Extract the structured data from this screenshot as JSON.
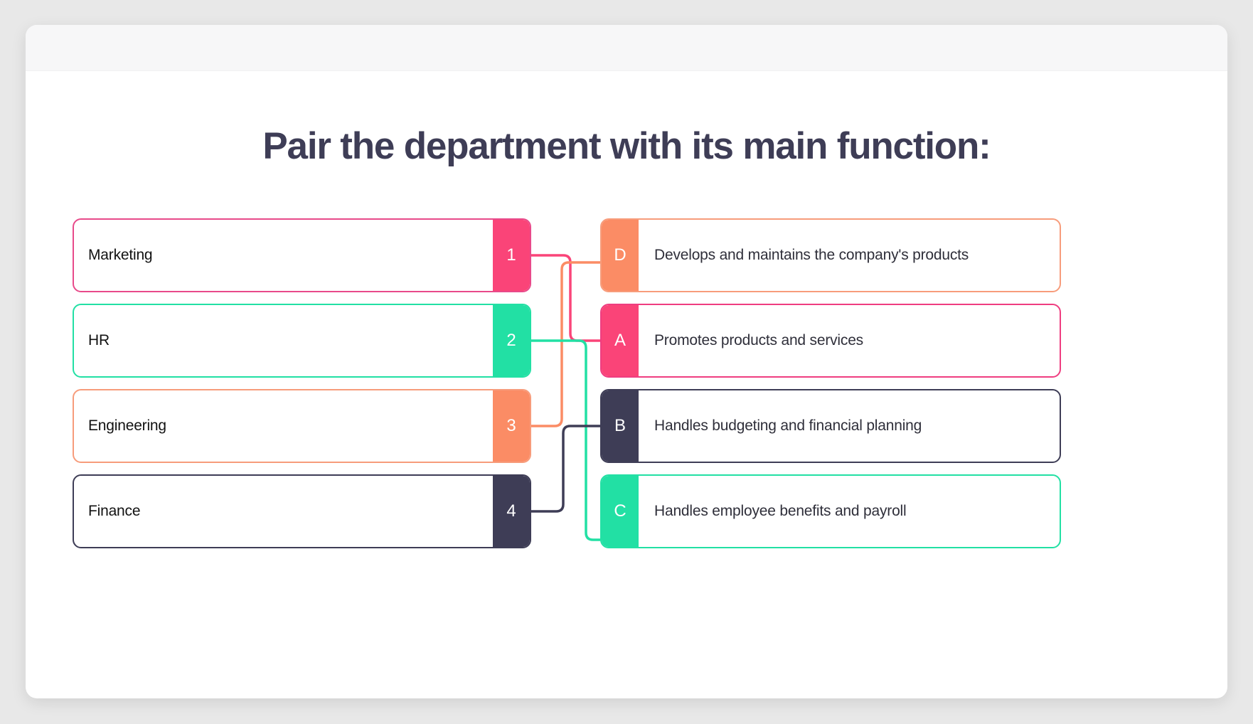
{
  "page": {
    "title": "Pair the department with its main function:"
  },
  "colors": {
    "pink": "#fa4478",
    "green": "#22e0a4",
    "orange": "#fb8c65",
    "navy": "#3e3d56",
    "canvas_background": "#e8e8e8",
    "card_background": "#ffffff",
    "header_bar": "#f7f7f8",
    "title_text": "#3e3d56"
  },
  "prompts": [
    {
      "label": "Marketing",
      "badge": "1",
      "color": "#fa4478",
      "border": "#e84a8a"
    },
    {
      "label": "HR",
      "badge": "2",
      "color": "#22e0a4",
      "border": "#22e0a4"
    },
    {
      "label": "Engineering",
      "badge": "3",
      "color": "#fb8c65",
      "border": "#f79c7b"
    },
    {
      "label": "Finance",
      "badge": "4",
      "color": "#3e3d56",
      "border": "#3e3d56"
    }
  ],
  "answers": [
    {
      "label": "Develops and maintains the company's products",
      "badge": "D",
      "color": "#fb8c65",
      "border": "#f79c7b"
    },
    {
      "label": "Promotes products and services",
      "badge": "A",
      "color": "#fa4478",
      "border": "#ef3d80"
    },
    {
      "label": "Handles budgeting and financial planning",
      "badge": "B",
      "color": "#3e3d56",
      "border": "#3e3d56"
    },
    {
      "label": "Handles employee benefits and payroll",
      "badge": "C",
      "color": "#22e0a4",
      "border": "#22e0a4"
    }
  ],
  "connections": [
    {
      "from_badge": "1",
      "to_badge": "A",
      "color": "#fa4478"
    },
    {
      "from_badge": "2",
      "to_badge": "C",
      "color": "#22e0a4"
    },
    {
      "from_badge": "3",
      "to_badge": "D",
      "color": "#fb8c65"
    },
    {
      "from_badge": "4",
      "to_badge": "B",
      "color": "#3e3d56"
    }
  ]
}
